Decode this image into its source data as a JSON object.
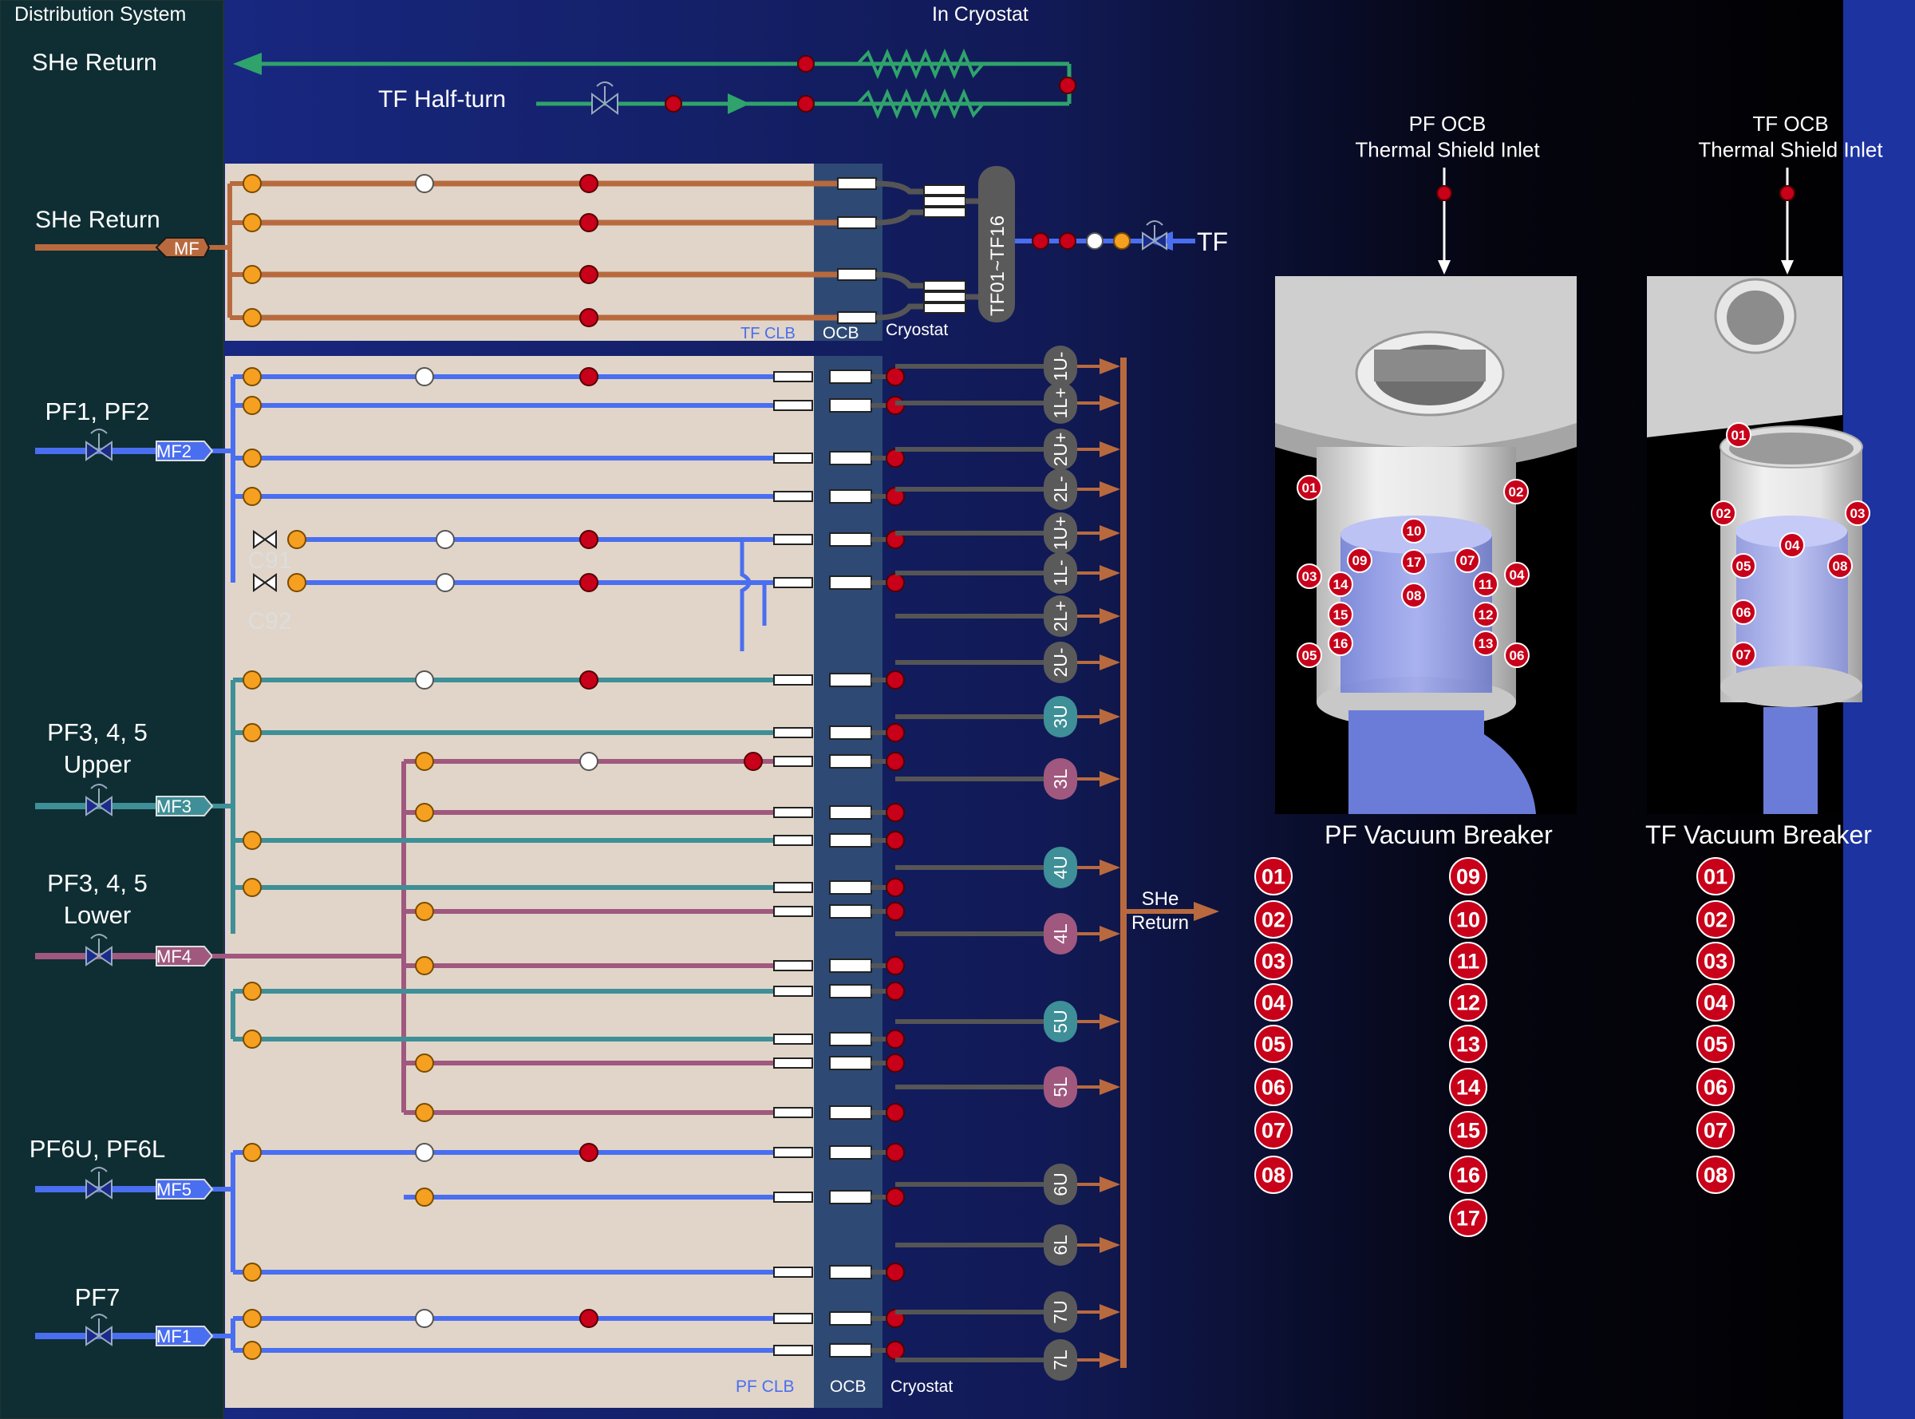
{
  "header": {
    "left_title": "Distribution System",
    "cryostat_title": "In Cryostat"
  },
  "she_top": {
    "label": "SHe Return",
    "half_turn_label": "TF Half-turn"
  },
  "tf_section": {
    "label": "SHe Return",
    "manifold": "MF",
    "coil_label": "TF01~TF16",
    "outlet": "TF",
    "clb": "TF CLB",
    "ocb": "OCB",
    "cryostat": "Cryostat"
  },
  "feeds": [
    {
      "label": "PF1, PF2",
      "manifold": "MF2"
    },
    {
      "label": "PF3, 4, 5\nUpper",
      "manifold": "MF3"
    },
    {
      "label": "PF3, 4, 5\nLower",
      "manifold": "MF4"
    },
    {
      "label": "PF6U, PF6L",
      "manifold": "MF5"
    },
    {
      "label": "PF7",
      "manifold": "MF1"
    }
  ],
  "valves": [
    "C91",
    "C92"
  ],
  "coils": [
    "1U-",
    "1L+",
    "2U+",
    "2L-",
    "1U+",
    "1L-",
    "2L+",
    "2U-",
    "3U",
    "3L",
    "4U",
    "4L",
    "5U",
    "5L",
    "6U",
    "6L",
    "7U",
    "7L"
  ],
  "pf_section": {
    "clb": "PF CLB",
    "ocb": "OCB",
    "cryostat": "Cryostat",
    "return_label": "SHe\nReturn"
  },
  "breakers": {
    "pf_inlet": "PF OCB\nThermal Shield Inlet",
    "tf_inlet": "TF OCB\nThermal Shield Inlet",
    "pf_title": "PF Vacuum Breaker",
    "tf_title": "TF Vacuum Breaker",
    "pf_markers": [
      "01",
      "02",
      "03",
      "04",
      "05",
      "06",
      "07",
      "08",
      "09",
      "10",
      "11",
      "12",
      "13",
      "14",
      "15",
      "16",
      "17"
    ],
    "tf_markers": [
      "01",
      "02",
      "03",
      "04",
      "05",
      "06",
      "07",
      "08"
    ]
  },
  "legend": {
    "pf_col1": [
      "01",
      "02",
      "03",
      "04",
      "05",
      "06",
      "07",
      "08"
    ],
    "pf_col2": [
      "09",
      "10",
      "11",
      "12",
      "13",
      "14",
      "15",
      "16",
      "17"
    ],
    "tf_col": [
      "01",
      "02",
      "03",
      "04",
      "05",
      "06",
      "07",
      "08"
    ]
  },
  "colors": {
    "tf_copper": "#b86a3e",
    "pf_blue": "#4a6ef0",
    "teal": "#3e8f97",
    "purple": "#a0587f",
    "green": "#2fa36b",
    "gray_line": "#555555",
    "sensor_red": "#c8001a",
    "sensor_orange": "#f5a020",
    "panel_bg": "#e0d5c8",
    "ocb_bg": "#2e4a74",
    "left_bg": "#0e2e33"
  }
}
